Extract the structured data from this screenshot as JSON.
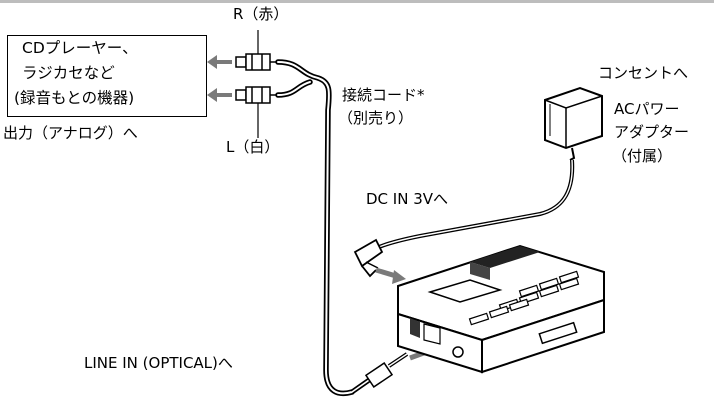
{
  "source_device": {
    "line1": "CDプレーヤー、",
    "line2": "ラジカセなど",
    "line3": "(録音もとの機器)"
  },
  "labels": {
    "plug_r": "R（赤）",
    "plug_l": "L（白）",
    "output_analog": "出力（アナログ）へ",
    "cord_line1": "接続コード*",
    "cord_line2": "（別売り）",
    "outlet": "コンセントへ",
    "adapter_line1": "ACパワー",
    "adapter_line2": "アダプター",
    "adapter_line3": "（付属）",
    "dc_in": "DC IN 3Vへ",
    "line_in": "LINE IN (OPTICAL)へ"
  },
  "colors": {
    "arrow": "#7a7a7a",
    "line": "#000000",
    "frame": "#bdbdbd"
  }
}
